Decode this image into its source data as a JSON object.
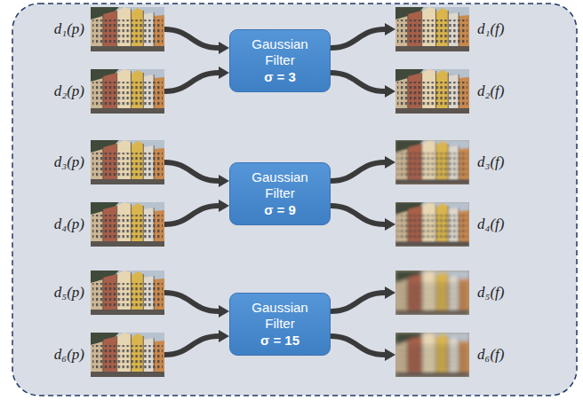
{
  "diagram": {
    "nodes": [
      {
        "text": [
          "d₁(p)"
        ]
      },
      {
        "text": [
          "d₂(p)"
        ]
      },
      {
        "text": [
          "Gaussian Filter",
          "σ = 3"
        ]
      },
      {
        "text": [
          "d₁(f)"
        ]
      },
      {
        "text": [
          "d₂(f)"
        ]
      },
      {
        "text": [
          "d₃(p)"
        ]
      },
      {
        "text": [
          "d₄(p)"
        ]
      },
      {
        "text": [
          "Gaussian Filter",
          "σ = 9"
        ]
      },
      {
        "text": [
          "d₃(f)"
        ]
      },
      {
        "text": [
          "d₄(f)"
        ]
      },
      {
        "text": [
          "d₅(p)"
        ]
      },
      {
        "text": [
          "d₆(p)"
        ]
      },
      {
        "text": [
          "Gaussian Filter",
          "σ = 15"
        ]
      },
      {
        "text": [
          "d₅(f)"
        ]
      },
      {
        "text": [
          "d₆(f)"
        ]
      }
    ],
    "edges": [
      {
        "from": 0,
        "to": 2,
        "arrow": "to"
      },
      {
        "from": 1,
        "to": 2,
        "arrow": "to"
      },
      {
        "from": 2,
        "to": 3,
        "arrow": "to"
      },
      {
        "from": 2,
        "to": 4,
        "arrow": "to"
      },
      {
        "from": 5,
        "to": 7,
        "arrow": "to"
      },
      {
        "from": 6,
        "to": 7,
        "arrow": "to"
      },
      {
        "from": 7,
        "to": 8,
        "arrow": "to"
      },
      {
        "from": 7,
        "to": 9,
        "arrow": "to"
      },
      {
        "from": 10,
        "to": 12,
        "arrow": "to"
      },
      {
        "from": 11,
        "to": 12,
        "arrow": "to"
      },
      {
        "from": 12,
        "to": 13,
        "arrow": "to"
      },
      {
        "from": 12,
        "to": 14,
        "arrow": "to"
      }
    ]
  }
}
